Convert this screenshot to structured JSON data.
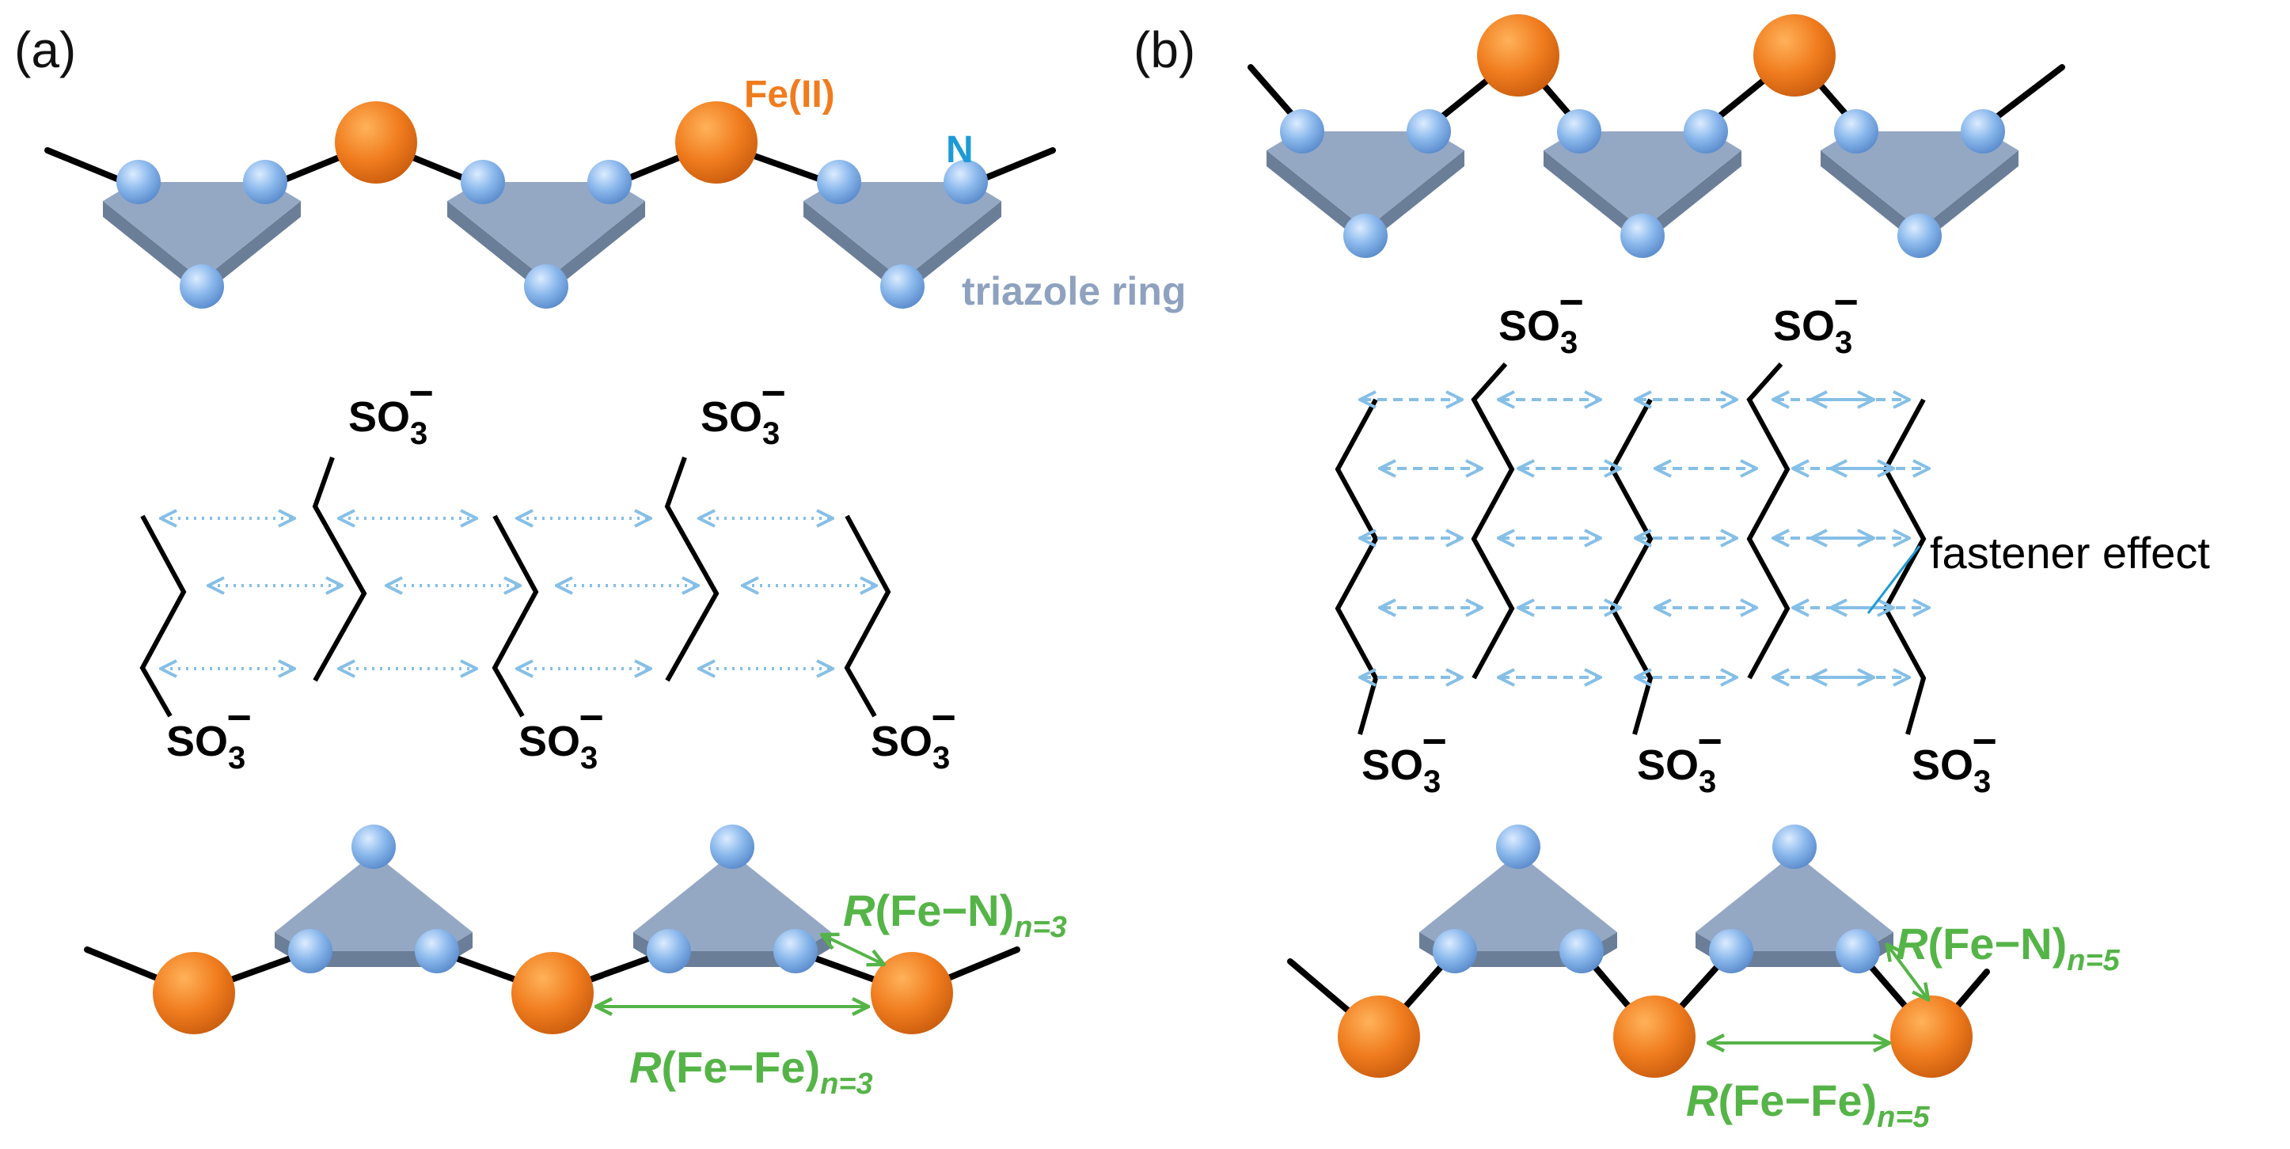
{
  "panels": {
    "a": {
      "label": "(a)"
    },
    "b": {
      "label": "(b)"
    }
  },
  "labels": {
    "fe": "Fe(II)",
    "n": "N",
    "ring": "triazole ring",
    "fastener": "fastener effect"
  },
  "sulfonate": {
    "so": "SO",
    "sub": "3",
    "charge": "−"
  },
  "distances": {
    "a": {
      "fen_R": "R",
      "fen_body": "(Fe−N)",
      "fen_sub": "n=3",
      "fefe_R": "R",
      "fefe_body": "(Fe−Fe)",
      "fefe_sub": "n=3"
    },
    "b": {
      "fen_R": "R",
      "fen_body": "(Fe−N)",
      "fen_sub": "n=5",
      "fefe_R": "R",
      "fefe_body": "(Fe−Fe)",
      "fefe_sub": "n=5"
    }
  },
  "colors": {
    "iron": "#f07c1e",
    "nitrogen_label": "#1e9ad6",
    "ring_top": "#94a8c4",
    "ring_side": "#6b7e98",
    "n_sphere": "#86b4ea",
    "ring_label": "#8ea2bf",
    "interaction_arrow": "#86bfe6",
    "distance_green": "#55b447",
    "bond": "#000000"
  }
}
